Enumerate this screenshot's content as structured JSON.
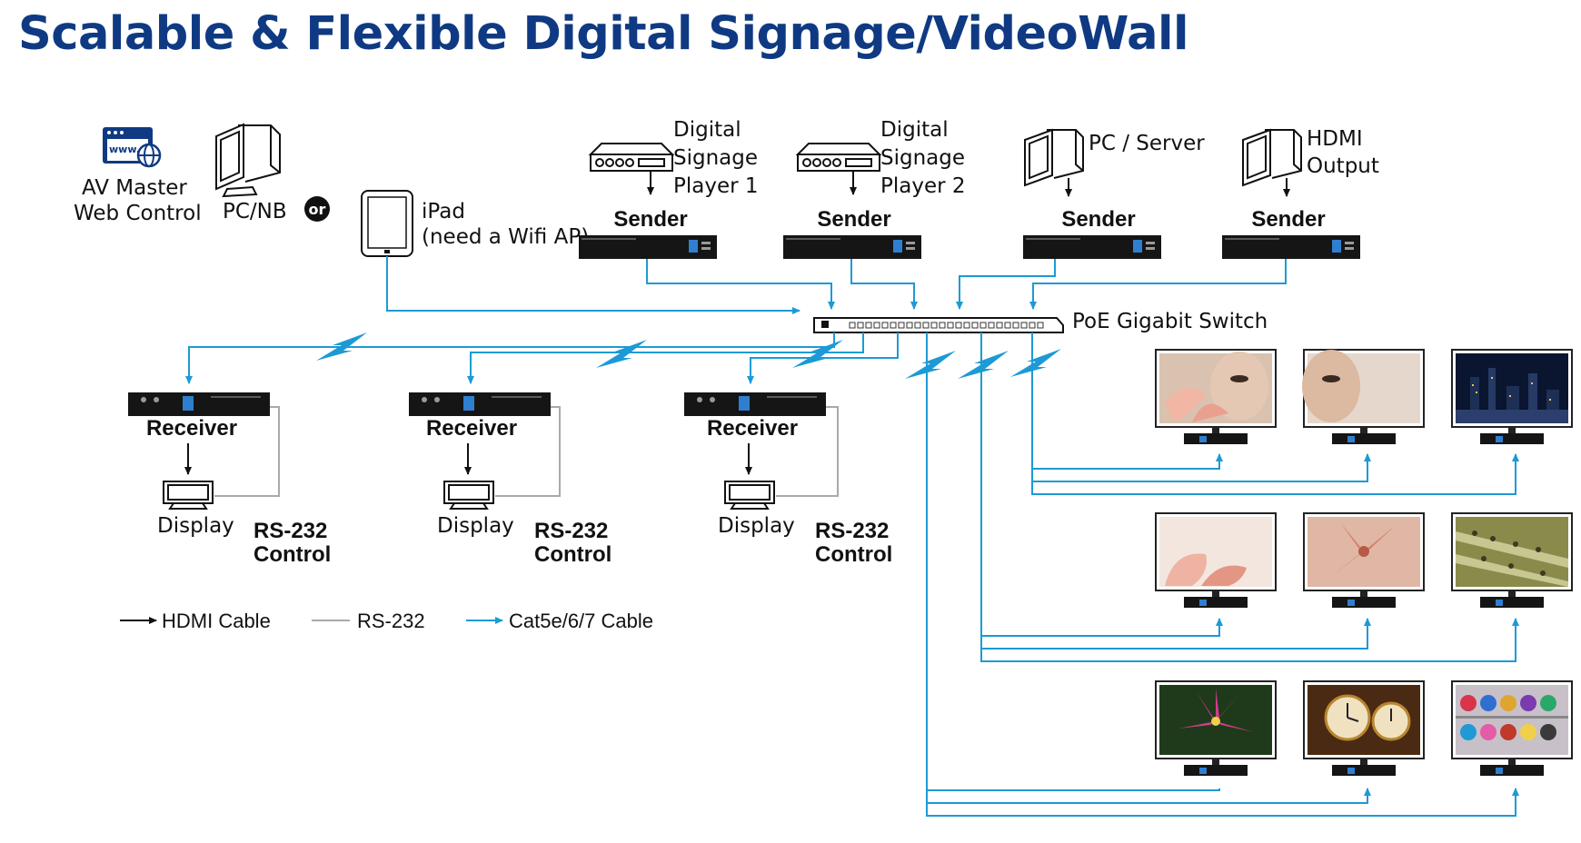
{
  "title": "Scalable & Flexible Digital Signage/VideoWall",
  "colors": {
    "title": "#0f3a83",
    "network_cable": "#1d9ad6",
    "rs232_cable": "#a9a9a9",
    "hdmi_cable": "#111111",
    "device_body": "#151515"
  },
  "control": {
    "web_icon_text": "www.",
    "web_label_1": "AV Master",
    "web_label_2": "Web Control",
    "pc_label": "PC/NB",
    "or_label": "or",
    "ipad_label_1": "iPad",
    "ipad_label_2": "(need a Wifi AP)"
  },
  "sources": [
    {
      "label_1": "Digital",
      "label_2": "Signage",
      "label_3": "Player 1",
      "sender": "Sender",
      "icon": "media-player-icon"
    },
    {
      "label_1": "Digital",
      "label_2": "Signage",
      "label_3": "Player 2",
      "sender": "Sender",
      "icon": "media-player-icon"
    },
    {
      "label_1": "PC / Server",
      "label_2": "",
      "label_3": "",
      "sender": "Sender",
      "icon": "pc-icon"
    },
    {
      "label_1": "HDMI",
      "label_2": "Output",
      "label_3": "",
      "sender": "Sender",
      "icon": "pc-icon"
    }
  ],
  "switch": {
    "label": "PoE Gigabit Switch"
  },
  "receivers": [
    {
      "receiver": "Receiver",
      "display": "Display",
      "rs232_1": "RS-232",
      "rs232_2": "Control"
    },
    {
      "receiver": "Receiver",
      "display": "Display",
      "rs232_1": "RS-232",
      "rs232_2": "Control"
    },
    {
      "receiver": "Receiver",
      "display": "Display",
      "rs232_1": "RS-232",
      "rs232_2": "Control"
    }
  ],
  "videowall": {
    "rows": 3,
    "columns": 3,
    "screens": [
      [
        "woman-with-flower-1",
        "woman-with-flower-2",
        "city-skyline-at-night"
      ],
      [
        "woman-with-flower-3",
        "pink-lily",
        "crowd-on-escalators"
      ],
      [
        "pink-water-lily",
        "station-clock",
        "shelf-of-colorful-wigs"
      ]
    ]
  },
  "legend": {
    "hdmi": "HDMI Cable",
    "rs232": "RS-232",
    "cat": "Cat5e/6/7 Cable"
  }
}
